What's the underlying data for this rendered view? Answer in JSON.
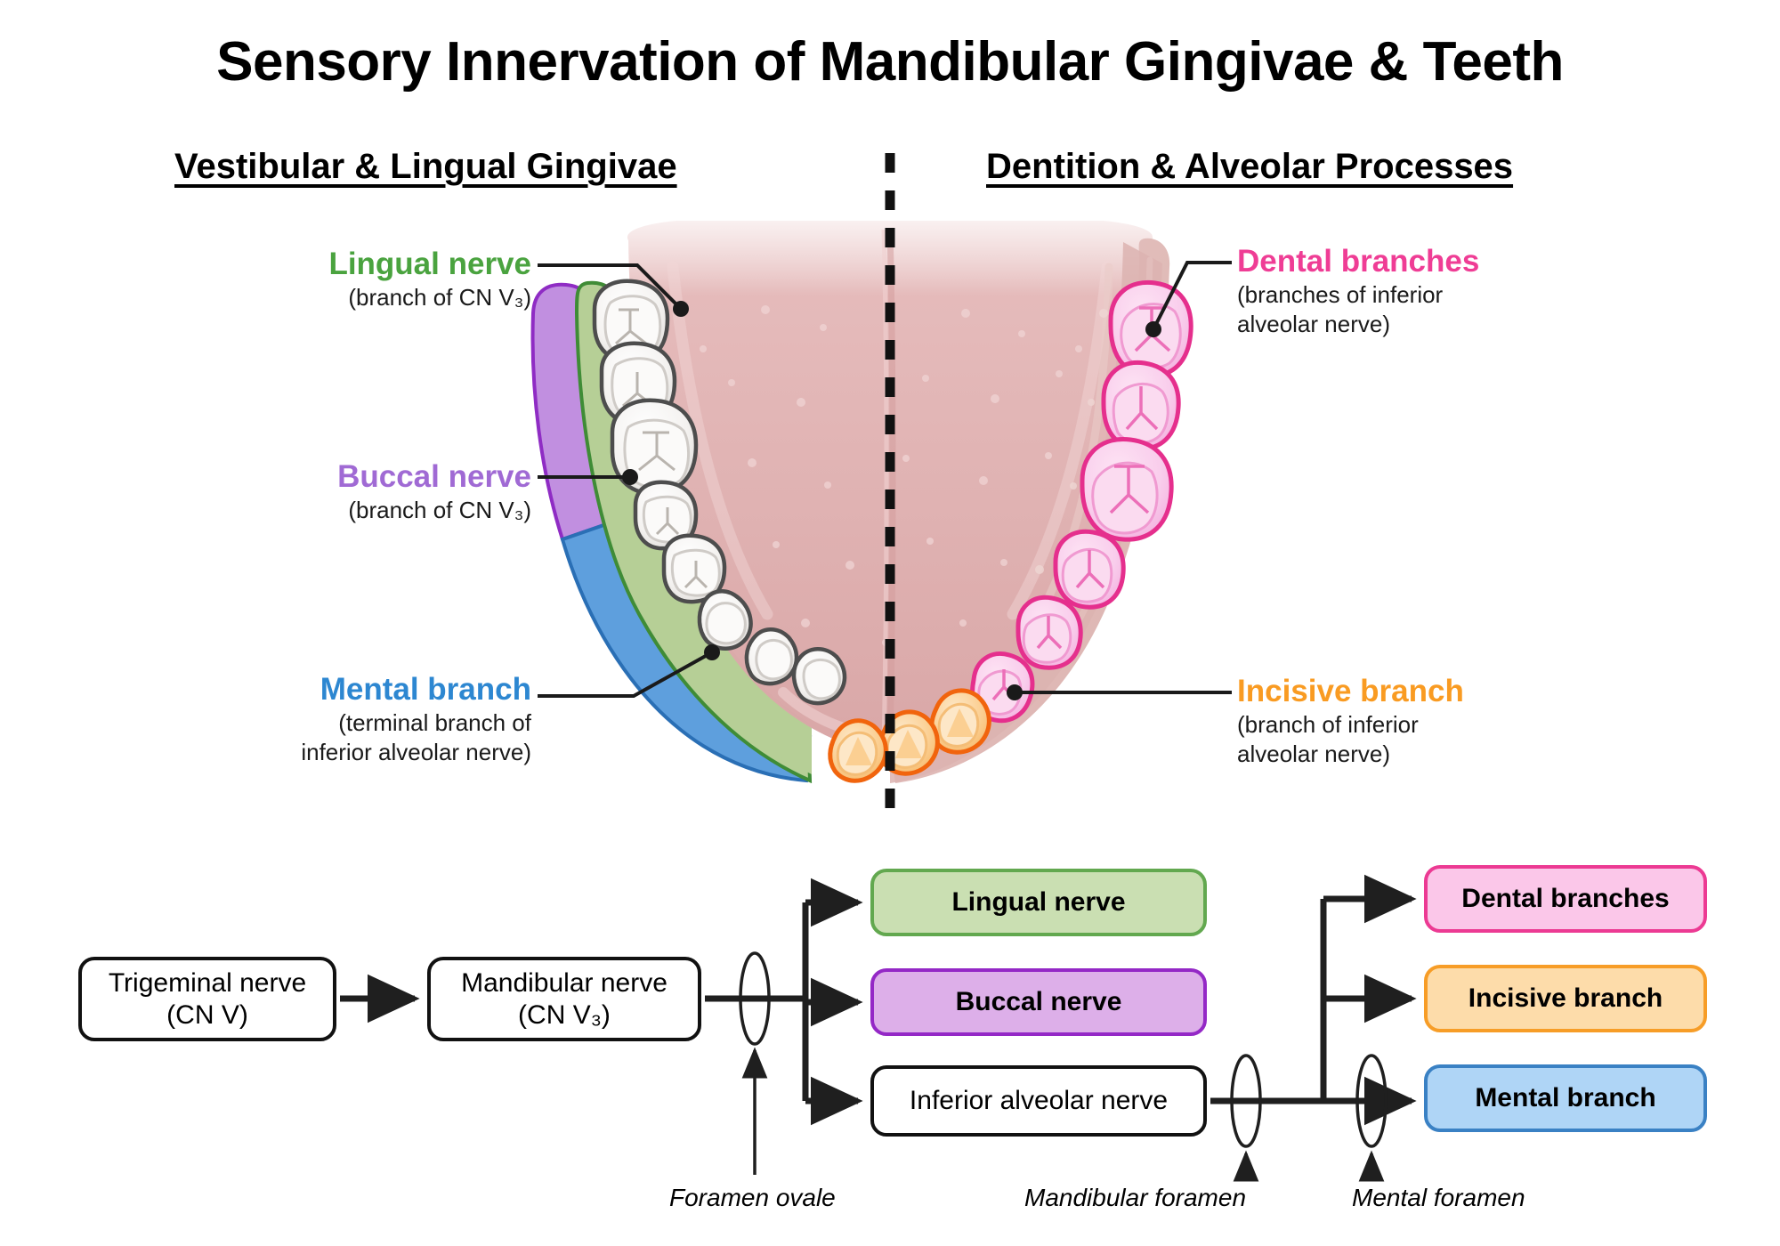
{
  "title": "Sensory Innervation of Mandibular Gingivae & Teeth",
  "sections": {
    "left_heading": "Vestibular & Lingual Gingivae",
    "right_heading": "Dentition & Alveolar Processes"
  },
  "callouts": [
    {
      "key": "lingual",
      "title": "Lingual nerve",
      "subtitle": "(branch of CN V₃)",
      "color": "#4aa33f",
      "side": "left"
    },
    {
      "key": "buccal",
      "title": "Buccal nerve",
      "subtitle": "(branch of CN V₃)",
      "color": "#a06ad4",
      "side": "left"
    },
    {
      "key": "mental",
      "title": "Mental branch",
      "subtitle_line1": "(terminal branch of",
      "subtitle_line2": "inferior alveolar nerve)",
      "color": "#2d87d1",
      "side": "left"
    },
    {
      "key": "dental",
      "title": "Dental branches",
      "subtitle_line1": "(branches of inferior",
      "subtitle_line2": "alveolar nerve)",
      "color": "#ef3d95",
      "side": "right"
    },
    {
      "key": "incisive",
      "title": "Incisive branch",
      "subtitle_line1": "(branch of inferior",
      "subtitle_line2": "alveolar nerve)",
      "color": "#f99b22",
      "side": "right"
    }
  ],
  "flowchart": {
    "nodes": {
      "trigeminal": {
        "line1": "Trigeminal nerve",
        "line2": "(CN V)"
      },
      "mandibular": {
        "line1": "Mandibular nerve",
        "line2": "(CN V₃)"
      },
      "inferior_alveolar": {
        "label": "Inferior alveolar nerve"
      },
      "lingual": {
        "label": "Lingual nerve",
        "fill": "#cadfb2",
        "stroke": "#62a84f"
      },
      "buccal": {
        "label": "Buccal nerve",
        "fill": "#ddafe9",
        "stroke": "#9428c6"
      },
      "dental": {
        "label": "Dental branches",
        "fill": "#fbc7e9",
        "stroke": "#ec3a93"
      },
      "incisive": {
        "label": "Incisive branch",
        "fill": "#fddcaa",
        "stroke": "#f79d27"
      },
      "mental": {
        "label": "Mental branch",
        "fill": "#afd5f6",
        "stroke": "#3a81c4"
      }
    },
    "foramina": [
      {
        "key": "ovale",
        "label": "Foramen ovale"
      },
      {
        "key": "mandibular",
        "label": "Mandibular foramen"
      },
      {
        "key": "mental",
        "label": "Mental foramen"
      }
    ]
  },
  "illustration": {
    "midline_style": "dashed",
    "tongue_color": "#e3b6b6",
    "regions": [
      {
        "name": "lingual-gingiva-band",
        "color": "#b6cf96",
        "stroke": "#3f8c36"
      },
      {
        "name": "buccal-gingiva-band",
        "color": "#c18fe0",
        "stroke": "#8f2cc4"
      },
      {
        "name": "mental-gingiva-band",
        "color": "#5e9fdd",
        "stroke": "#2a6fb5"
      },
      {
        "name": "dental-branch-teeth",
        "color": "#f7c6e6",
        "stroke": "#e52f8d"
      },
      {
        "name": "incisive-branch-teeth",
        "color": "#f9c277",
        "stroke": "#f1640d"
      },
      {
        "name": "plain-teeth",
        "color": "#f2f0ee",
        "stroke": "#4d4d4d"
      }
    ]
  }
}
